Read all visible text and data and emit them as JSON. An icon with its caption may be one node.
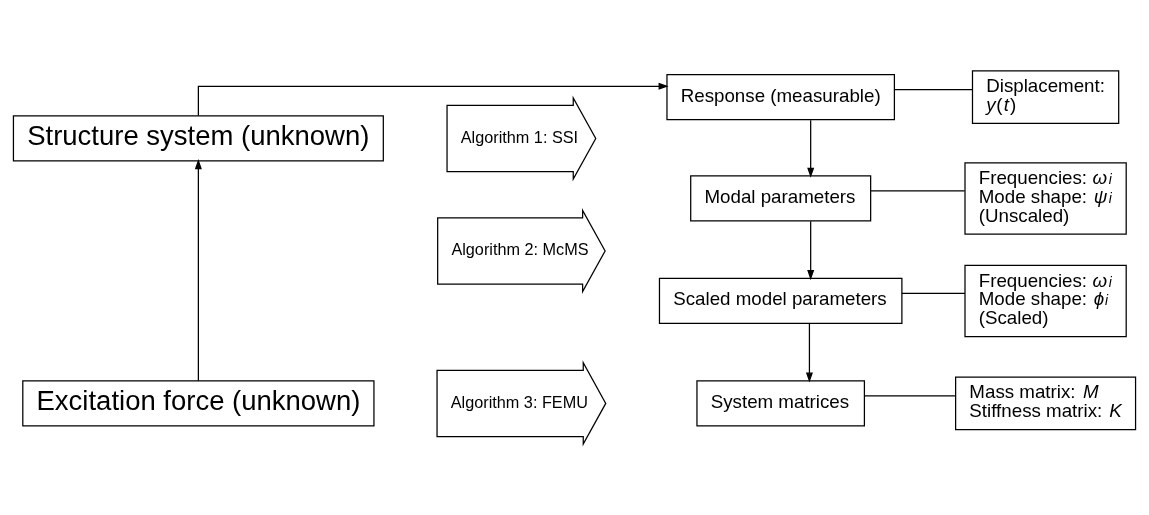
{
  "diagram": {
    "nodes": [
      {
        "text": [
          "Structure system (unknown)"
        ]
      },
      {
        "text": [
          "Excitation force (unknown)"
        ]
      },
      {
        "text": [
          "Response (measurable)"
        ]
      },
      {
        "text": [
          "Displacement:",
          "*y*(*t*)"
        ]
      },
      {
        "text": [
          "Modal parameters"
        ]
      },
      {
        "text": [
          "Frequencies: *ω*$_{i}$",
          "Mode shape: *ψ*$_{i}$",
          "(Unscaled)"
        ]
      },
      {
        "text": [
          "Scaled model parameters"
        ]
      },
      {
        "text": [
          "Frequencies: *ω*$_{i}$",
          "Mode shape: *ϕ*$_{i}$",
          "(Scaled)"
        ]
      },
      {
        "text": [
          "System matrices"
        ]
      },
      {
        "text": [
          "Mass matrix: *M*",
          "Stiffness matrix: *K*"
        ]
      },
      {
        "text": [
          "Algorithm 1: SSI"
        ]
      },
      {
        "text": [
          "Algorithm 2: McMS"
        ]
      },
      {
        "text": [
          "Algorithm 3: FEMU"
        ]
      }
    ],
    "edges": [
      {
        "from": 1,
        "to": 0,
        "arrow": "to"
      },
      {
        "from": 0,
        "to": 2,
        "arrow": "to"
      },
      {
        "from": 2,
        "to": 3,
        "arrow": "none"
      },
      {
        "from": 2,
        "to": 4,
        "arrow": "to"
      },
      {
        "from": 4,
        "to": 5,
        "arrow": "none"
      },
      {
        "from": 4,
        "to": 6,
        "arrow": "to"
      },
      {
        "from": 6,
        "to": 7,
        "arrow": "none"
      },
      {
        "from": 6,
        "to": 8,
        "arrow": "to"
      },
      {
        "from": 8,
        "to": 9,
        "arrow": "none"
      }
    ]
  }
}
